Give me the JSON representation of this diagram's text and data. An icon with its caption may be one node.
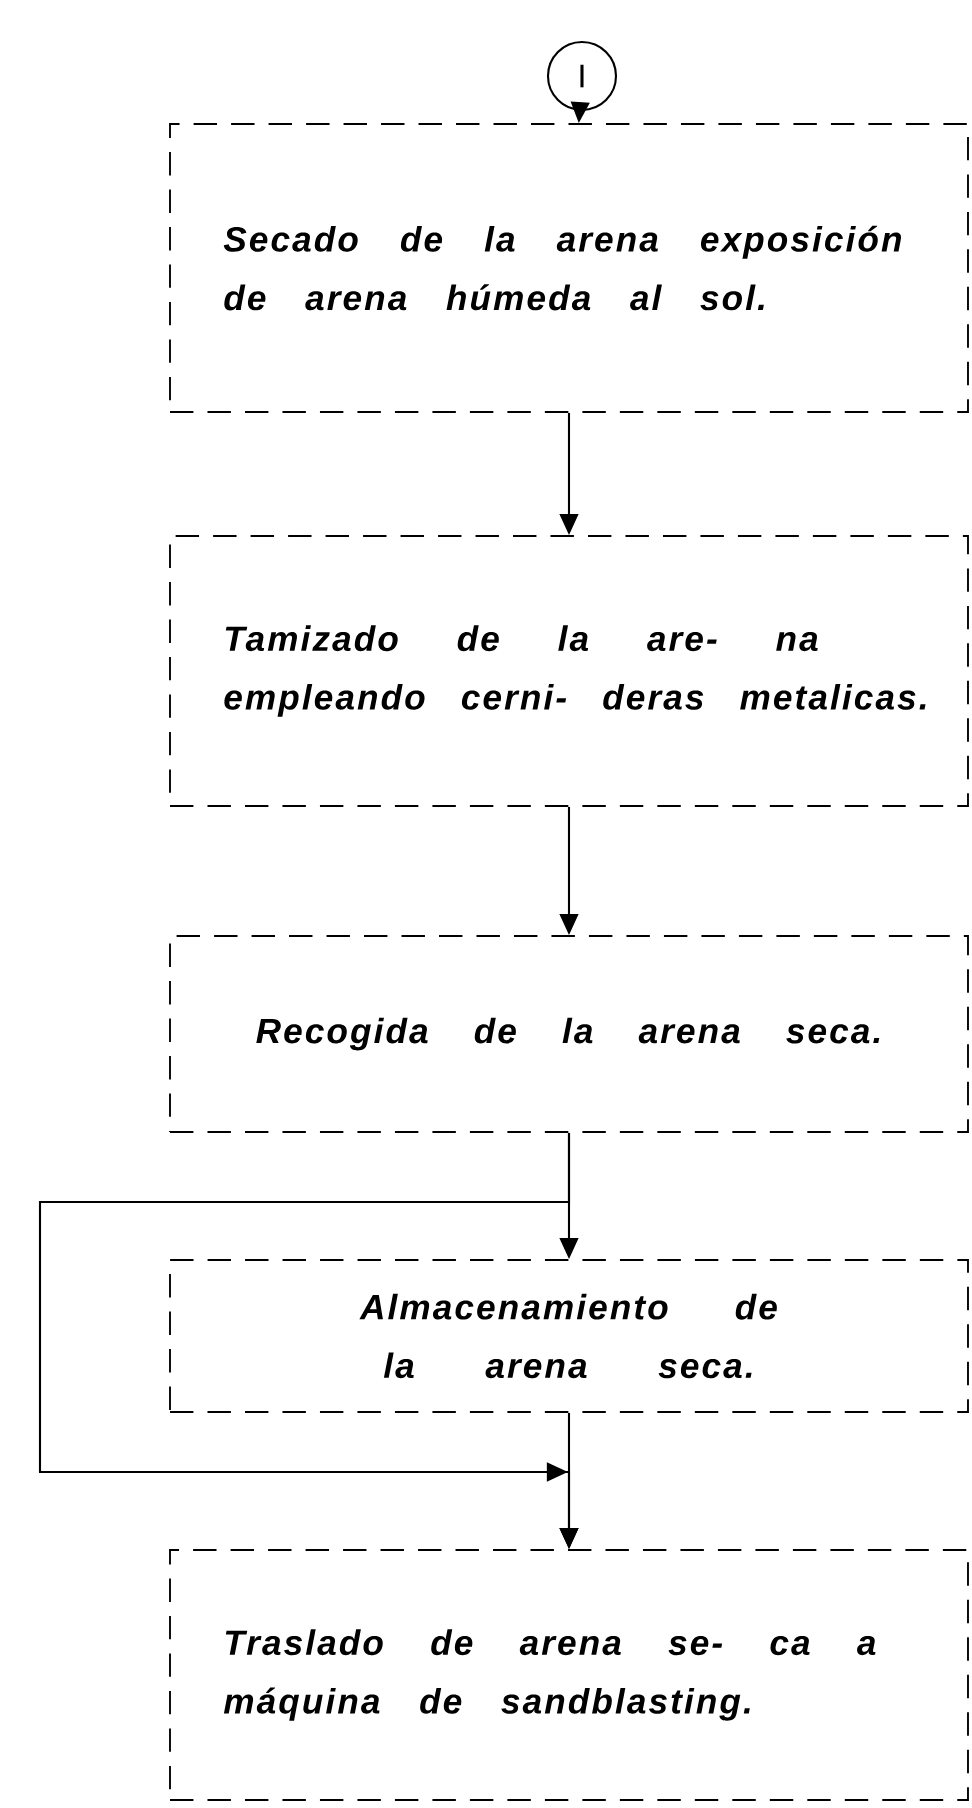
{
  "diagram": {
    "nodes": [
      {
        "text": [
          "I"
        ]
      },
      {
        "text": [
          "Secado de la arena exposición de arena húmeda al sol."
        ]
      },
      {
        "text": [
          "Tamizado de la are- na empleando cerni- deras metalicas."
        ]
      },
      {
        "text": [
          "Recogida de la arena seca."
        ]
      },
      {
        "text": [
          "Almacenamiento de la arena seca."
        ]
      },
      {
        "text": [
          "Traslado de arena se- ca a máquina de sandblasting."
        ]
      }
    ],
    "edges": [
      {
        "from": 0,
        "to": 1,
        "arrow": "to"
      },
      {
        "from": 1,
        "to": 2,
        "arrow": "to"
      },
      {
        "from": 2,
        "to": 3,
        "arrow": "to"
      },
      {
        "from": 3,
        "to": 4,
        "arrow": "to"
      },
      {
        "from": 4,
        "to": 5,
        "arrow": "to"
      },
      {
        "from": 3,
        "to": 5,
        "arrow": "to"
      }
    ]
  }
}
